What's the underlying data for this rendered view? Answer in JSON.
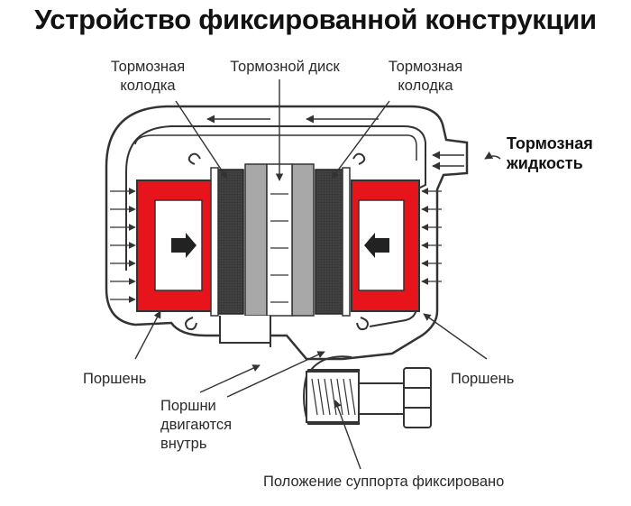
{
  "title": "Устройство фиксированной конструкции",
  "labels": {
    "pad_left_line1": "Тормозная",
    "pad_left_line2": "колодка",
    "disc": "Тормозной диск",
    "pad_right_line1": "Тормозная",
    "pad_right_line2": "колодка",
    "fluid_line1": "Тормозная",
    "fluid_line2": "жидкость",
    "piston_left": "Поршень",
    "piston_right": "Поршень",
    "pistons_move_line1": "Поршни",
    "pistons_move_line2": "двигаются",
    "pistons_move_line3": "внутрь",
    "caliper_fixed": "Положение суппорта фиксировано"
  },
  "colors": {
    "piston_red": "#e8141c",
    "pad_dark": "#3a3a3a",
    "disc_gray": "#a8a8a8",
    "line": "#333333"
  }
}
